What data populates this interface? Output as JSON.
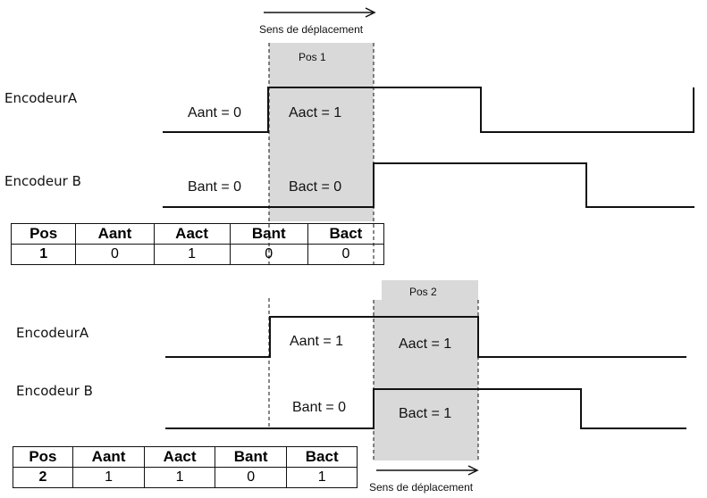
{
  "direction_label": "Sens  de déplacement",
  "diagram1": {
    "pos_label": "Pos   1",
    "encoder_a_label": "EncodeurA",
    "encoder_b_label": "Encodeur B",
    "a_prev": "Aant = 0",
    "a_curr": "Aact = 1",
    "b_prev": "Bant = 0",
    "b_curr": "Bact = 0",
    "table": {
      "headers": [
        "Pos",
        "Aant",
        "Aact",
        "Bant",
        "Bact"
      ],
      "row": [
        "1",
        "0",
        "1",
        "0",
        "0"
      ]
    }
  },
  "diagram2": {
    "pos_label": "Pos  2",
    "encoder_a_label": "EncodeurA",
    "encoder_b_label": "Encodeur B",
    "a_prev": "Aant = 1",
    "a_curr": "Aact = 1",
    "b_prev": "Bant = 0",
    "b_curr": "Bact = 1",
    "table": {
      "headers": [
        "Pos",
        "Aant",
        "Aact",
        "Bant",
        "Bact"
      ],
      "row": [
        "2",
        "1",
        "1",
        "0",
        "1"
      ]
    }
  },
  "colors": {
    "shade": "#d9d9d9",
    "line": "#111111"
  }
}
